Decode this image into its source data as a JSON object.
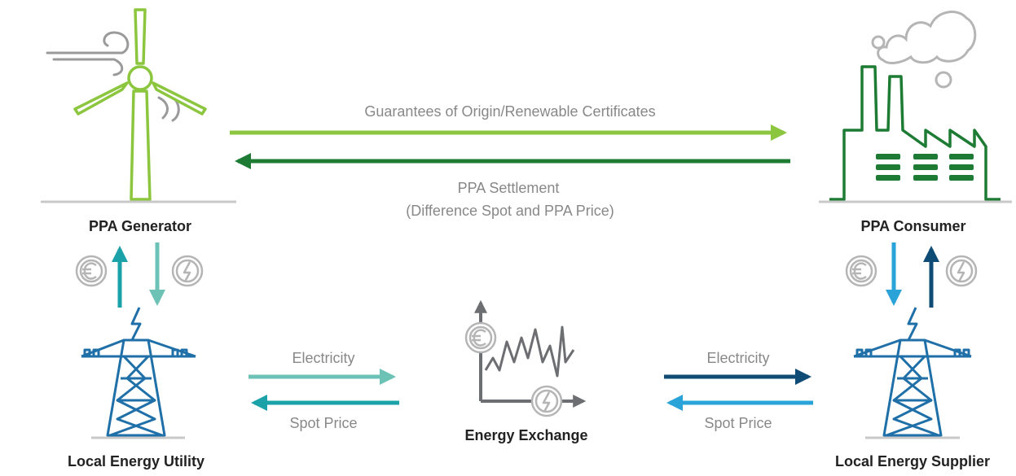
{
  "nodes": {
    "generator": "PPA Generator",
    "consumer": "PPA Consumer",
    "utility": "Local Energy Utility",
    "exchange": "Energy Exchange",
    "supplier": "Local Energy Supplier"
  },
  "flows": {
    "certificates": "Guarantees of Origin/Renewable Certificates",
    "settlement_line1": "PPA Settlement",
    "settlement_line2": "(Difference Spot and PPA Price)",
    "left_electricity": "Electricity",
    "left_spot_price": "Spot Price",
    "right_electricity": "Electricity",
    "right_spot_price": "Spot Price"
  },
  "colors": {
    "light_green": "#8cc63f",
    "dark_green": "#1e7b34",
    "teal": "#1ba1a8",
    "mint": "#6cc2b5",
    "sky_blue": "#2aa4d8",
    "navy": "#0f4c75",
    "tower_blue": "#1f6fa8",
    "gray": "#888888",
    "ground": "#c8c8c8"
  },
  "icons": {
    "generator": "wind-turbine-icon",
    "consumer": "factory-icon",
    "utility": "power-tower-icon",
    "supplier": "power-tower-icon",
    "exchange": "price-chart-icon",
    "money": "euro-icon",
    "power": "lightning-icon"
  }
}
